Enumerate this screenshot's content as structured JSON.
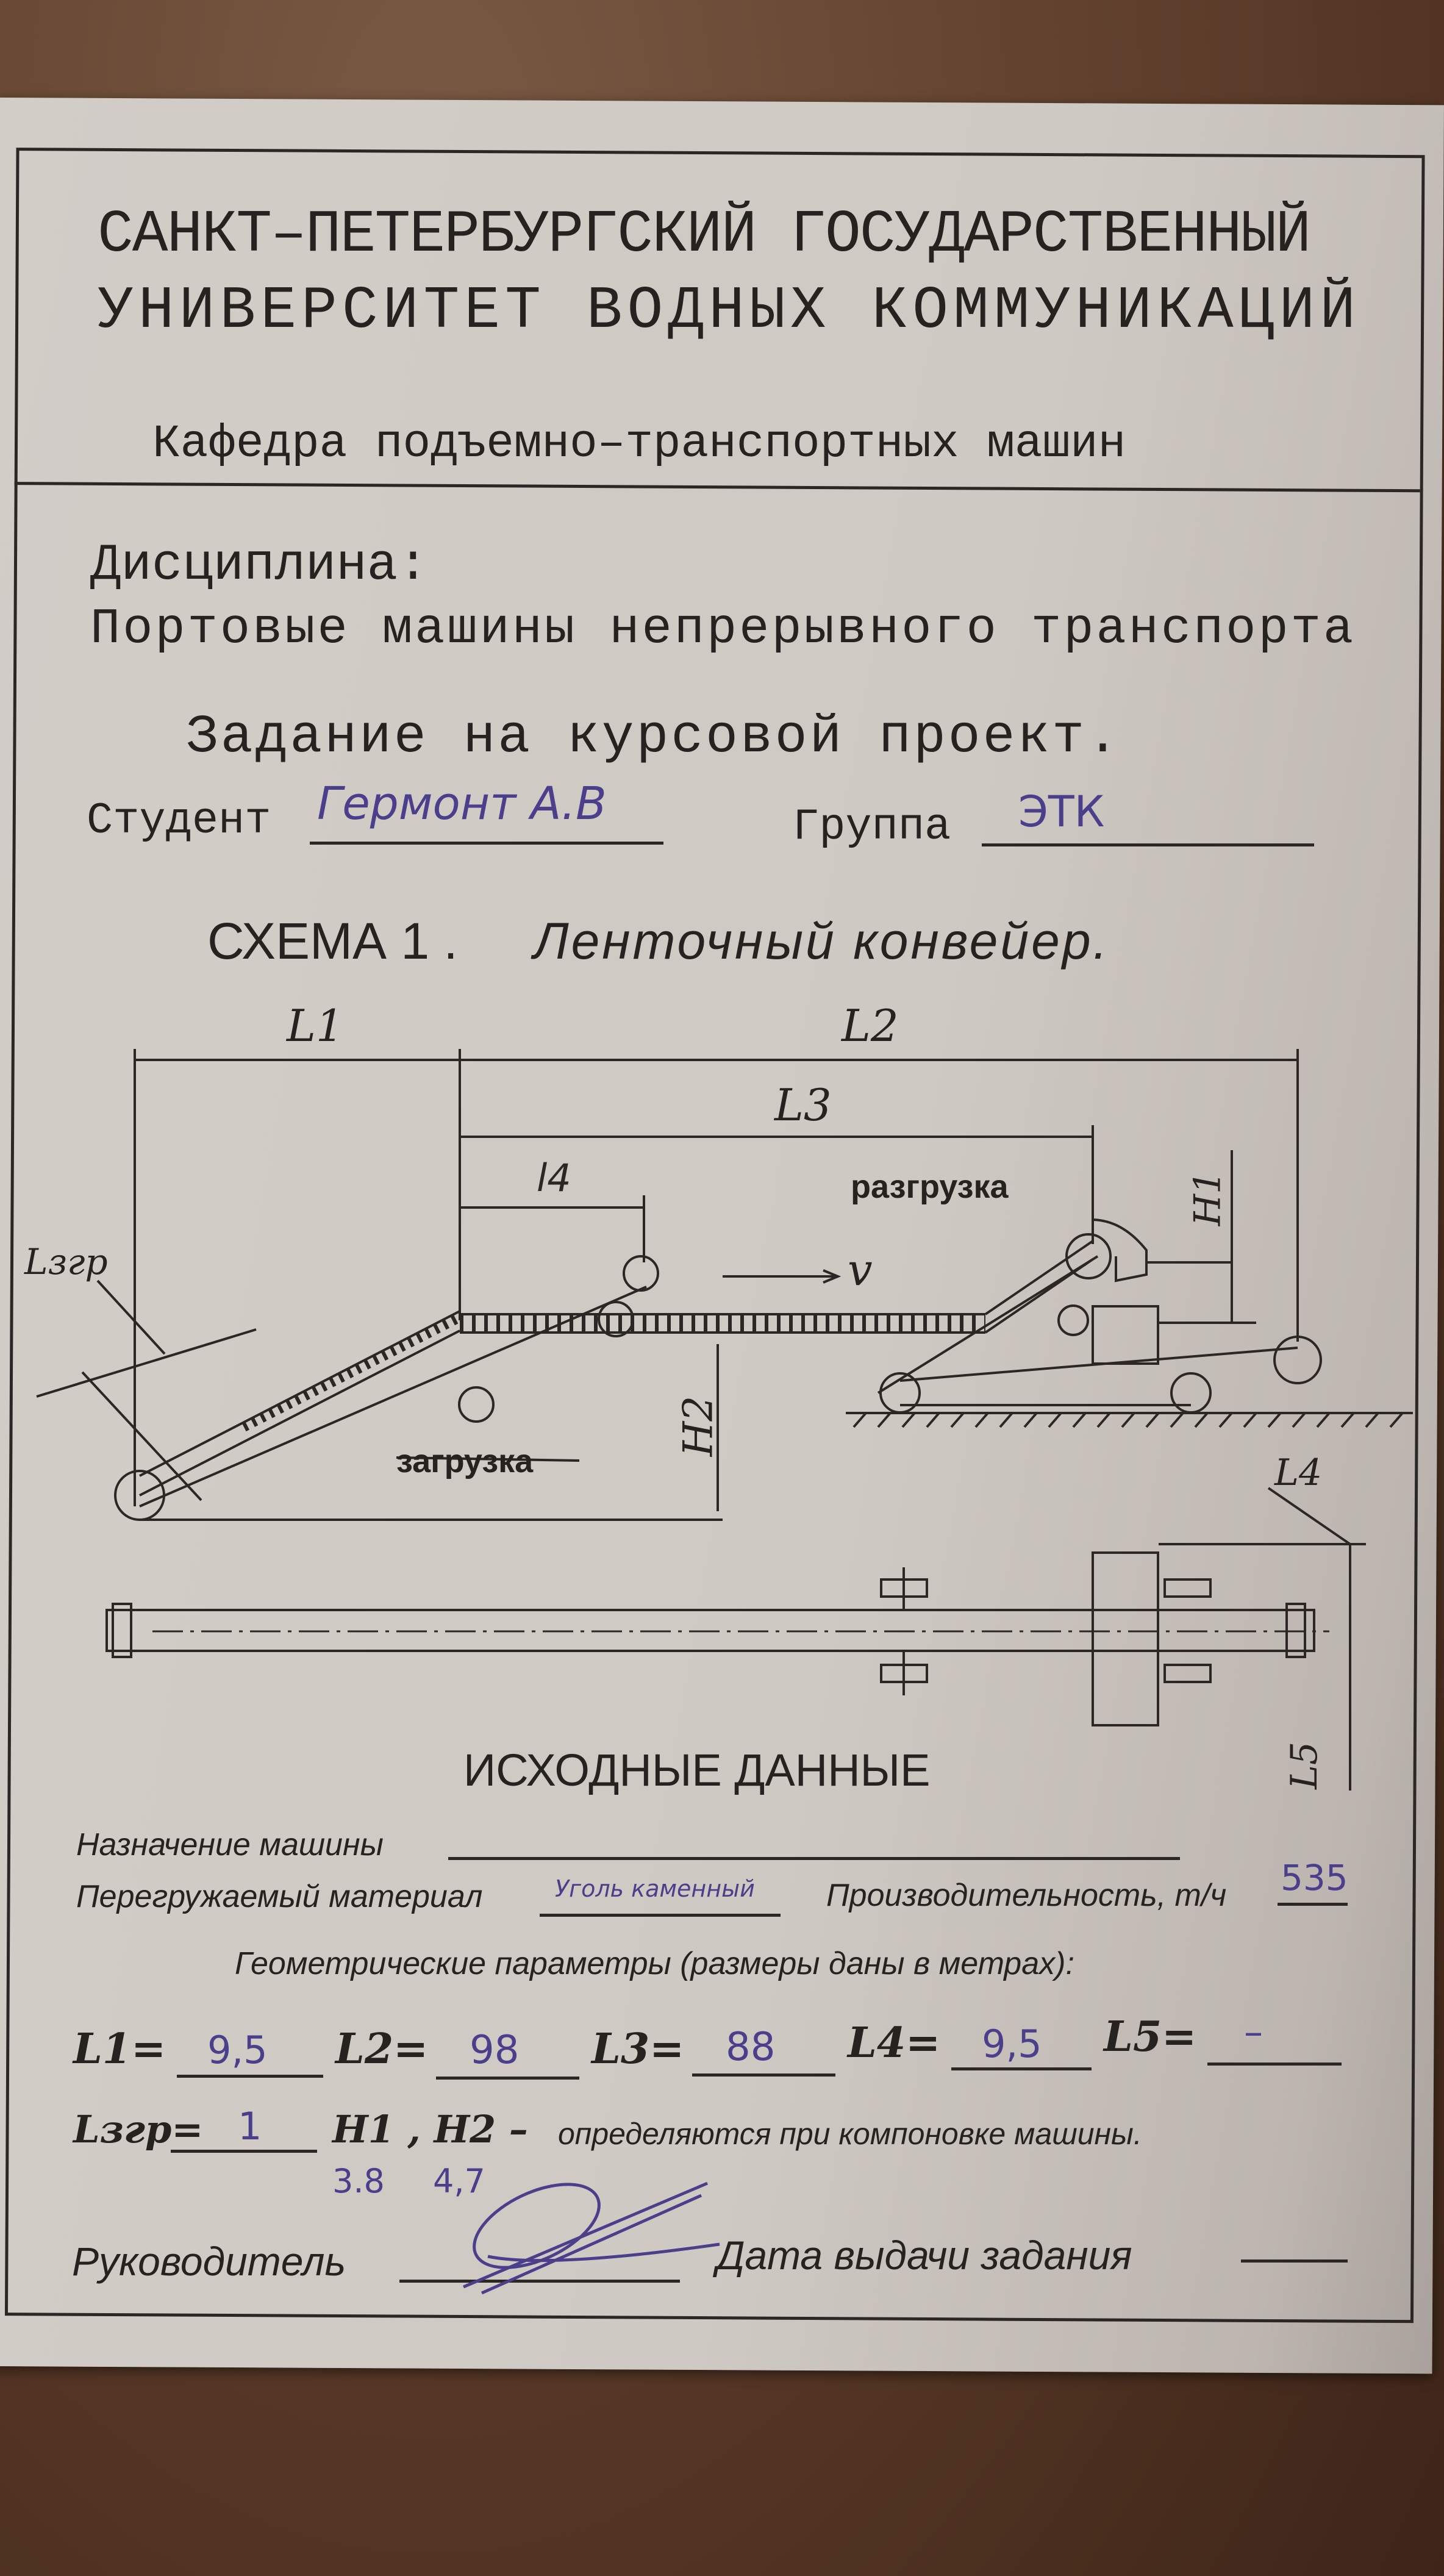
{
  "header": {
    "university_line1": "САНКТ–ПЕТЕРБУРГСКИЙ ГОСУДАРСТВЕННЫЙ",
    "university_line2": "УНИВЕРСИТЕТ ВОДНЫХ КОММУНИКАЦИЙ",
    "department": "Кафедра подъемно–транспортных машин"
  },
  "discipline": {
    "label": "Дисциплина:",
    "name": "Портовые машины непрерывного транспорта"
  },
  "assignment_title": "Задание на курсовой проект.",
  "student": {
    "label": "Студент",
    "value": "Гермонт А.В"
  },
  "group": {
    "label": "Группа",
    "value": "ЭТК"
  },
  "scheme": {
    "number": "СХЕМА 1 .",
    "title": "Ленточный конвейер."
  },
  "diagram": {
    "L1": "L1",
    "L2": "L2",
    "L3": "L3",
    "l4": "l4",
    "Lzgr": "Lзгр",
    "unloading": "разгрузка",
    "loading": "загрузка",
    "v": "v",
    "H1": "H1",
    "H2": "H2",
    "L4": "L4",
    "L5": "L5"
  },
  "source_data": {
    "heading": "ИСХОДНЫЕ ДАННЫЕ",
    "machine_purpose_label": "Назначение машины",
    "machine_purpose_value": "",
    "material_label": "Перегружаемый материал",
    "material_value": "Уголь каменный",
    "capacity_label": "Производительность, т/ч",
    "capacity_value": "535",
    "geometry_label": "Геометрические параметры (размеры даны в метрах):",
    "params": [
      {
        "name": "L1=",
        "value": "9,5"
      },
      {
        "name": "L2=",
        "value": "98"
      },
      {
        "name": "L3=",
        "value": "88"
      },
      {
        "name": "L4=",
        "value": "9,5"
      },
      {
        "name": "L5=",
        "value": "–"
      }
    ],
    "lzgr_label": "Lзгр=",
    "lzgr_value": "1",
    "h_label": "H1 , H2 –",
    "h_note": "определяются при компоновке машины.",
    "h1_value": "3.8",
    "h2_value": "4,7",
    "supervisor_label": "Руководитель",
    "issue_date_label": "Дата выдачи задания"
  },
  "colors": {
    "ink": "#252220",
    "handwriting": "#4b3f8c",
    "paper": "#cfc9c3"
  }
}
